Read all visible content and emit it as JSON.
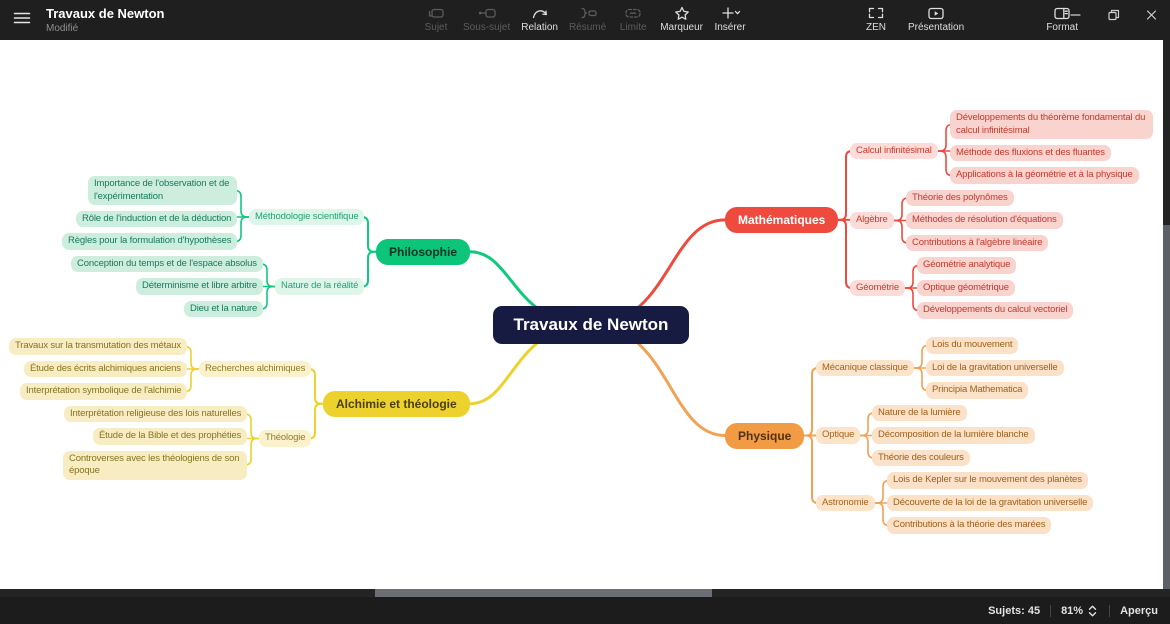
{
  "window": {
    "title": "Travaux de Newton",
    "status": "Modifié"
  },
  "toolbar": {
    "center_items": [
      {
        "label": "Sujet",
        "icon": "topic-icon",
        "enabled": false
      },
      {
        "label": "Sous-sujet",
        "icon": "subtopic-icon",
        "enabled": false
      },
      {
        "label": "Relation",
        "icon": "relation-icon",
        "enabled": true
      },
      {
        "label": "Résumé",
        "icon": "summary-icon",
        "enabled": false
      },
      {
        "label": "Limite",
        "icon": "boundary-icon",
        "enabled": false
      },
      {
        "label": "Marqueur",
        "icon": "marker-icon",
        "enabled": true
      },
      {
        "label": "Insérer",
        "icon": "insert-icon",
        "enabled": true,
        "dropdown": true
      }
    ],
    "right_items": [
      {
        "label": "ZEN",
        "icon": "zen-icon"
      },
      {
        "label": "Présentation",
        "icon": "presentation-icon"
      },
      {
        "label": "Format",
        "icon": "format-icon"
      }
    ]
  },
  "statusbar": {
    "topics": "Sujets: 45",
    "zoom": "81%",
    "preview": "Aperçu"
  },
  "mindmap": {
    "root": {
      "label": "Travaux de Newton",
      "bg": "#171b41",
      "text": "#ffffff"
    },
    "branches": [
      {
        "label": "Mathématiques",
        "colors": {
          "main_bg": "#ee4b3e",
          "main_text": "#ffffff",
          "line": "#ee4b3e",
          "sub_bg": "#fcdcd8",
          "sub_text": "#cb3a2d",
          "leaf_bg": "#f9d3ce",
          "leaf_text": "#c43a2e"
        },
        "children": [
          {
            "label": "Calcul infinitésimal",
            "children": [
              {
                "label": "Développements du théorème fondamental du calcul infinitésimal"
              },
              {
                "label": "Méthode des fluxions et des fluantes"
              },
              {
                "label": "Applications à la géométrie et à la physique"
              }
            ]
          },
          {
            "label": "Algèbre",
            "children": [
              {
                "label": "Théorie des polynômes"
              },
              {
                "label": "Méthodes de résolution d'équations"
              },
              {
                "label": "Contributions à l'algèbre linéaire"
              }
            ]
          },
          {
            "label": "Géométrie",
            "children": [
              {
                "label": "Géométrie analytique"
              },
              {
                "label": "Optique géométrique"
              },
              {
                "label": "Développements du calcul vectoriel"
              }
            ]
          }
        ]
      },
      {
        "label": "Physique",
        "colors": {
          "main_bg": "#f29b45",
          "main_text": "#54300e",
          "line": "#f2a255",
          "sub_bg": "#fce4ca",
          "sub_text": "#a6641d",
          "leaf_bg": "#fbe1c7",
          "leaf_text": "#9d611c"
        },
        "children": [
          {
            "label": "Mécanique classique",
            "children": [
              {
                "label": "Lois du mouvement"
              },
              {
                "label": "Loi de la gravitation universelle"
              },
              {
                "label": "Principia Mathematica"
              }
            ]
          },
          {
            "label": "Optique",
            "children": [
              {
                "label": "Nature de la lumière"
              },
              {
                "label": "Décomposition de la lumière blanche"
              },
              {
                "label": "Théorie des couleurs"
              }
            ]
          },
          {
            "label": "Astronomie",
            "children": [
              {
                "label": "Lois de Kepler sur le mouvement des planètes"
              },
              {
                "label": "Découverte de la loi de la gravitation universelle"
              },
              {
                "label": "Contributions à la théorie des marées"
              }
            ]
          }
        ]
      },
      {
        "label": "Philosophie",
        "colors": {
          "main_bg": "#0cc578",
          "main_text": "#0a3526",
          "line": "#10c97e",
          "sub_bg": "#def5ea",
          "sub_text": "#23a278",
          "leaf_bg": "#cdeedf",
          "leaf_text": "#177a5c"
        },
        "children": [
          {
            "label": "Méthodologie scientifique",
            "children": [
              {
                "label": "Importance de l'observation et de l'expérimentation"
              },
              {
                "label": "Rôle de l'induction et de la déduction"
              },
              {
                "label": "Règles pour la formulation d'hypothèses"
              }
            ]
          },
          {
            "label": "Nature de la réalité",
            "children": [
              {
                "label": "Conception du temps et de l'espace absolus"
              },
              {
                "label": "Déterminisme et libre arbitre"
              },
              {
                "label": "Dieu et la nature"
              }
            ]
          }
        ]
      },
      {
        "label": "Alchimie et théologie",
        "colors": {
          "main_bg": "#edd12d",
          "main_text": "#4c400f",
          "line": "#edd12d",
          "sub_bg": "#fbf2cd",
          "sub_text": "#8f7c26",
          "leaf_bg": "#f8ecc2",
          "leaf_text": "#877420"
        },
        "children": [
          {
            "label": "Recherches alchimiques",
            "children": [
              {
                "label": "Travaux sur la transmutation des métaux"
              },
              {
                "label": "Étude des écrits alchimiques anciens"
              },
              {
                "label": "Interprétation symbolique de l'alchimie"
              }
            ]
          },
          {
            "label": "Théologie",
            "children": [
              {
                "label": "Interprétation religieuse des lois naturelles"
              },
              {
                "label": "Étude de la Bible et des prophéties"
              },
              {
                "label": "Controverses avec les théologiens de son époque"
              }
            ]
          }
        ]
      }
    ]
  }
}
